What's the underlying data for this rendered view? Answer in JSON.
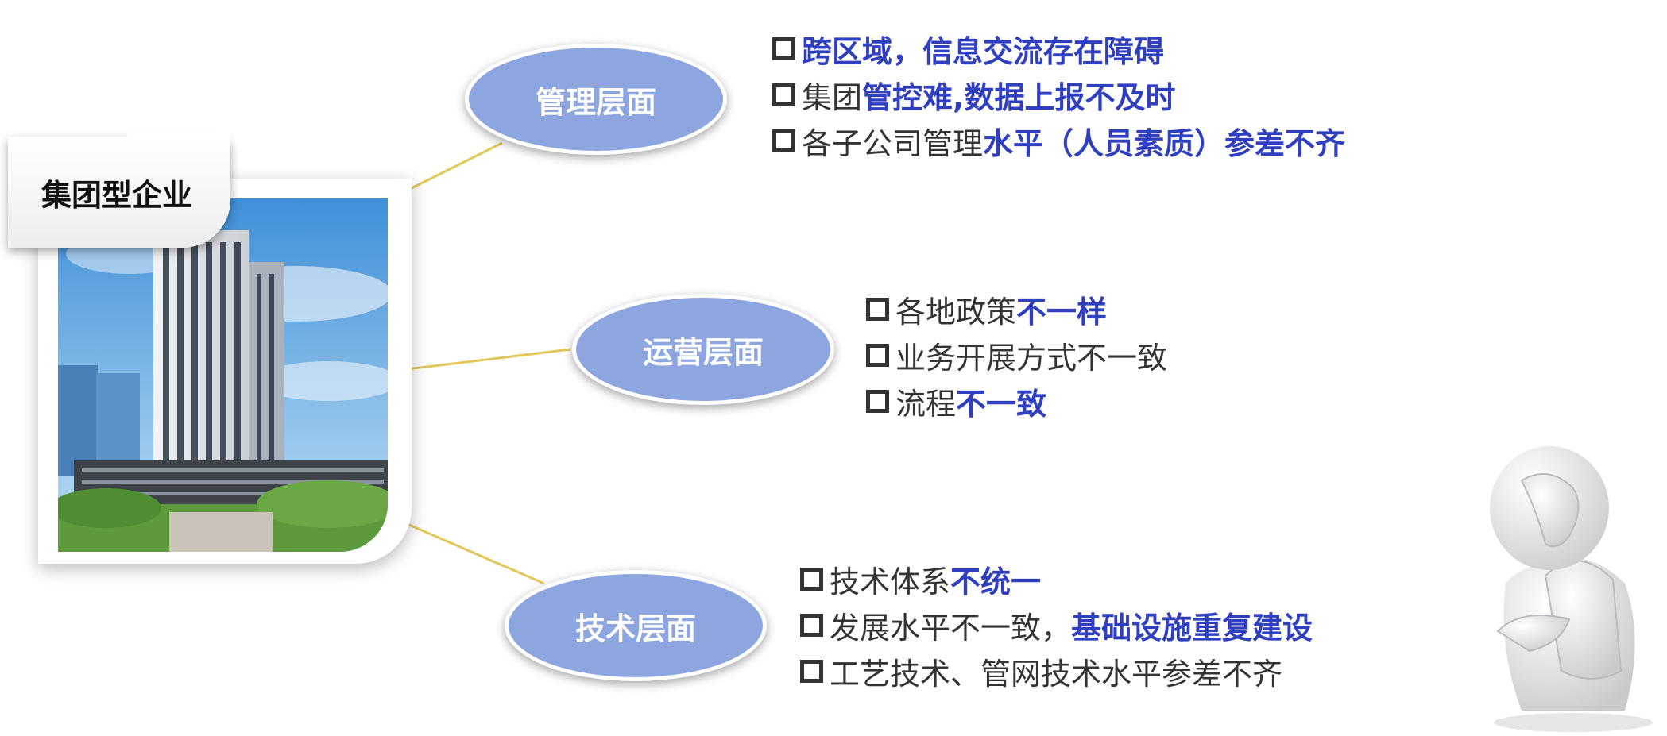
{
  "enterprise_label": "集团型企业",
  "aspects": [
    {
      "label": "管理层面",
      "items": [
        {
          "segments": [
            {
              "text": "跨区域，信息交流存在障碍",
              "hl": true
            }
          ]
        },
        {
          "segments": [
            {
              "text": "集团",
              "hl": false
            },
            {
              "text": "管控难,数据上报不及时",
              "hl": true
            }
          ]
        },
        {
          "segments": [
            {
              "text": "各子公司管理",
              "hl": false
            },
            {
              "text": "水平（人员素质）参差不齐",
              "hl": true
            }
          ]
        }
      ]
    },
    {
      "label": "运营层面",
      "items": [
        {
          "segments": [
            {
              "text": "各地政策",
              "hl": false
            },
            {
              "text": "不一样",
              "hl": true
            }
          ]
        },
        {
          "segments": [
            {
              "text": "业务开展方式不一致",
              "hl": false
            }
          ]
        },
        {
          "segments": [
            {
              "text": "流程",
              "hl": false
            },
            {
              "text": "不一致",
              "hl": true
            }
          ]
        }
      ]
    },
    {
      "label": "技术层面",
      "items": [
        {
          "segments": [
            {
              "text": "技术体系",
              "hl": false
            },
            {
              "text": "不统一",
              "hl": true
            }
          ]
        },
        {
          "segments": [
            {
              "text": "发展水平不一致，",
              "hl": false
            },
            {
              "text": "基础设施重复建设",
              "hl": true
            }
          ]
        },
        {
          "segments": [
            {
              "text": "工艺技术、管网技术水平参差不齐",
              "hl": false
            }
          ]
        }
      ]
    }
  ],
  "colors": {
    "ellipse_fill": "#8ea6e0",
    "highlight_text": "#2f3fc0",
    "connector": "#e2c75a"
  }
}
